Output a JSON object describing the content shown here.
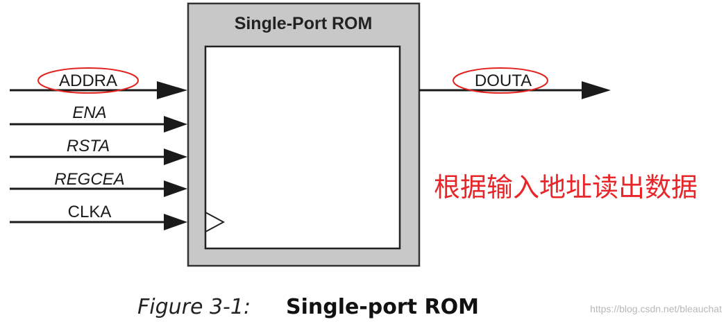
{
  "block": {
    "title": "Single-Port ROM"
  },
  "inputs": [
    {
      "label": "ADDRA",
      "italic": false,
      "highlighted": true
    },
    {
      "label": "ENA",
      "italic": true,
      "highlighted": false
    },
    {
      "label": "RSTA",
      "italic": true,
      "highlighted": false
    },
    {
      "label": "REGCEA",
      "italic": true,
      "highlighted": false
    },
    {
      "label": "CLKA",
      "italic": false,
      "highlighted": false,
      "clock": true
    }
  ],
  "outputs": [
    {
      "label": "DOUTA",
      "highlighted": true
    }
  ],
  "annotation": {
    "text": "根据输入地址读出数据",
    "color": "#e8262a"
  },
  "caption": {
    "figure": "Figure 3-1:",
    "title": "Single-port ROM"
  },
  "watermark": "https://blog.csdn.net/bleauchat",
  "colors": {
    "block_fill": "#c8c8c8",
    "block_stroke": "#333333",
    "inner_fill": "#ffffff",
    "wire": "#1a1a1a",
    "highlight_ellipse": "#e32222",
    "watermark": "#b8b8b8"
  }
}
